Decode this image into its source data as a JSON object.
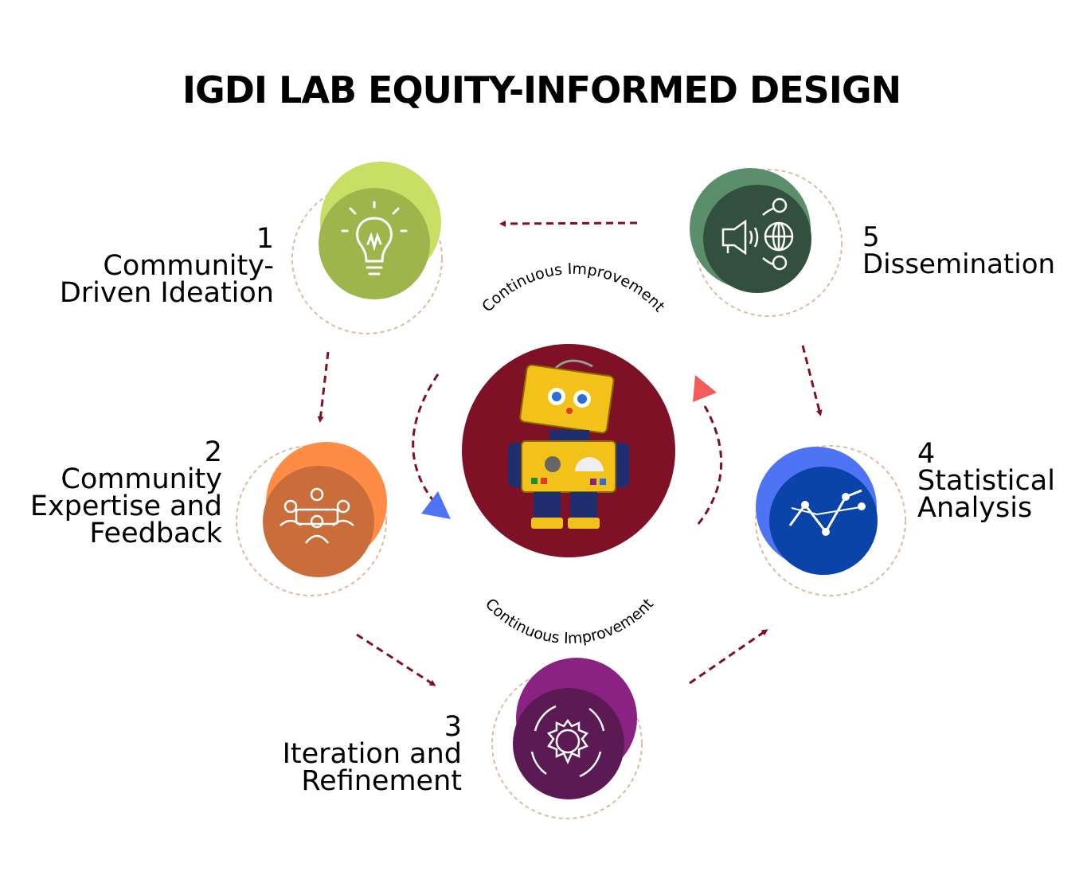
{
  "title": "IGDI LAB EQUITY-INFORMED DESIGN",
  "center": {
    "top_caption": "Continuous Improvement",
    "bottom_caption": "Continuous Improvement",
    "image": "robot-illustration",
    "color": "#7E1126"
  },
  "steps": [
    {
      "number": "1",
      "lines": [
        "Community-",
        "Driven Ideation"
      ],
      "icon": "lightbulb-icon",
      "color_front": "#9DB54B",
      "color_back": "#C9DE64"
    },
    {
      "number": "2",
      "lines": [
        "Community",
        "Expertise and",
        "Feedback"
      ],
      "icon": "meeting-icon",
      "color_front": "#C96E3A",
      "color_back": "#FF8C45"
    },
    {
      "number": "3",
      "lines": [
        "Iteration and",
        "Refinement"
      ],
      "icon": "gear-cycle-icon",
      "color_front": "#5C1A55",
      "color_back": "#8A2282"
    },
    {
      "number": "4",
      "lines": [
        "Statistical",
        "Analysis"
      ],
      "icon": "line-chart-icon",
      "color_front": "#0A44A8",
      "color_back": "#4E73F5"
    },
    {
      "number": "5",
      "lines": [
        "Dissemination"
      ],
      "icon": "megaphone-globe-icon",
      "color_front": "#33503E",
      "color_back": "#5B8E6A"
    }
  ],
  "colors": {
    "arrow": "#7E1126",
    "dash_ring": "#E0B9A2",
    "marker_blue": "#4E73F5",
    "marker_red": "#F25C5C"
  }
}
